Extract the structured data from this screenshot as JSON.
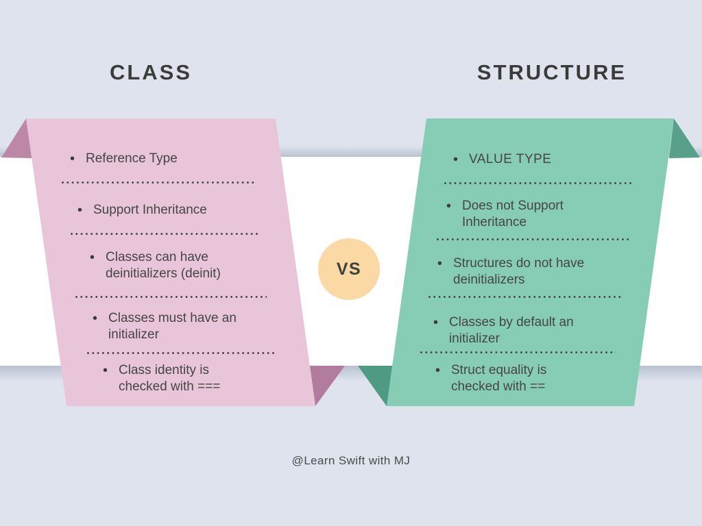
{
  "titles": {
    "left": "CLASS",
    "right": "STRUCTURE"
  },
  "vs_label": "VS",
  "bullet_glyph": "•",
  "footer": {
    "credit": "@Learn Swift with MJ"
  },
  "colors": {
    "background": "#dee3ee",
    "band": "#ffffff",
    "class_ribbon": "#e9c5d9",
    "class_fold_top": "#bd87a7",
    "class_fold_bottom": "#b27c9e",
    "structure_ribbon": "#87ccb5",
    "structure_fold_top": "#58a089",
    "structure_fold_bottom": "#4f9a83",
    "vs_circle": "#fbd9a4",
    "title_text": "#3b3b3b",
    "body_text": "#454545"
  },
  "lists": {
    "class": {
      "items": [
        {
          "lines": [
            "Reference Type",
            ""
          ]
        },
        {
          "lines": [
            "Support Inheritance",
            ""
          ]
        },
        {
          "lines": [
            "Classes can have",
            "deinitializers (deinit)"
          ]
        },
        {
          "lines": [
            "Classes must have an",
            "initializer"
          ]
        },
        {
          "lines": [
            "Class identity is",
            "checked with ==="
          ]
        }
      ]
    },
    "structure": {
      "items": [
        {
          "lines": [
            "VALUE TYPE",
            ""
          ]
        },
        {
          "lines": [
            "Does not Support",
            "Inheritance"
          ]
        },
        {
          "lines": [
            "Structures do not have",
            "deinitializers"
          ]
        },
        {
          "lines": [
            "Classes by default an",
            "initializer"
          ]
        },
        {
          "lines": [
            "Struct equality is",
            "checked with =="
          ]
        }
      ]
    }
  }
}
